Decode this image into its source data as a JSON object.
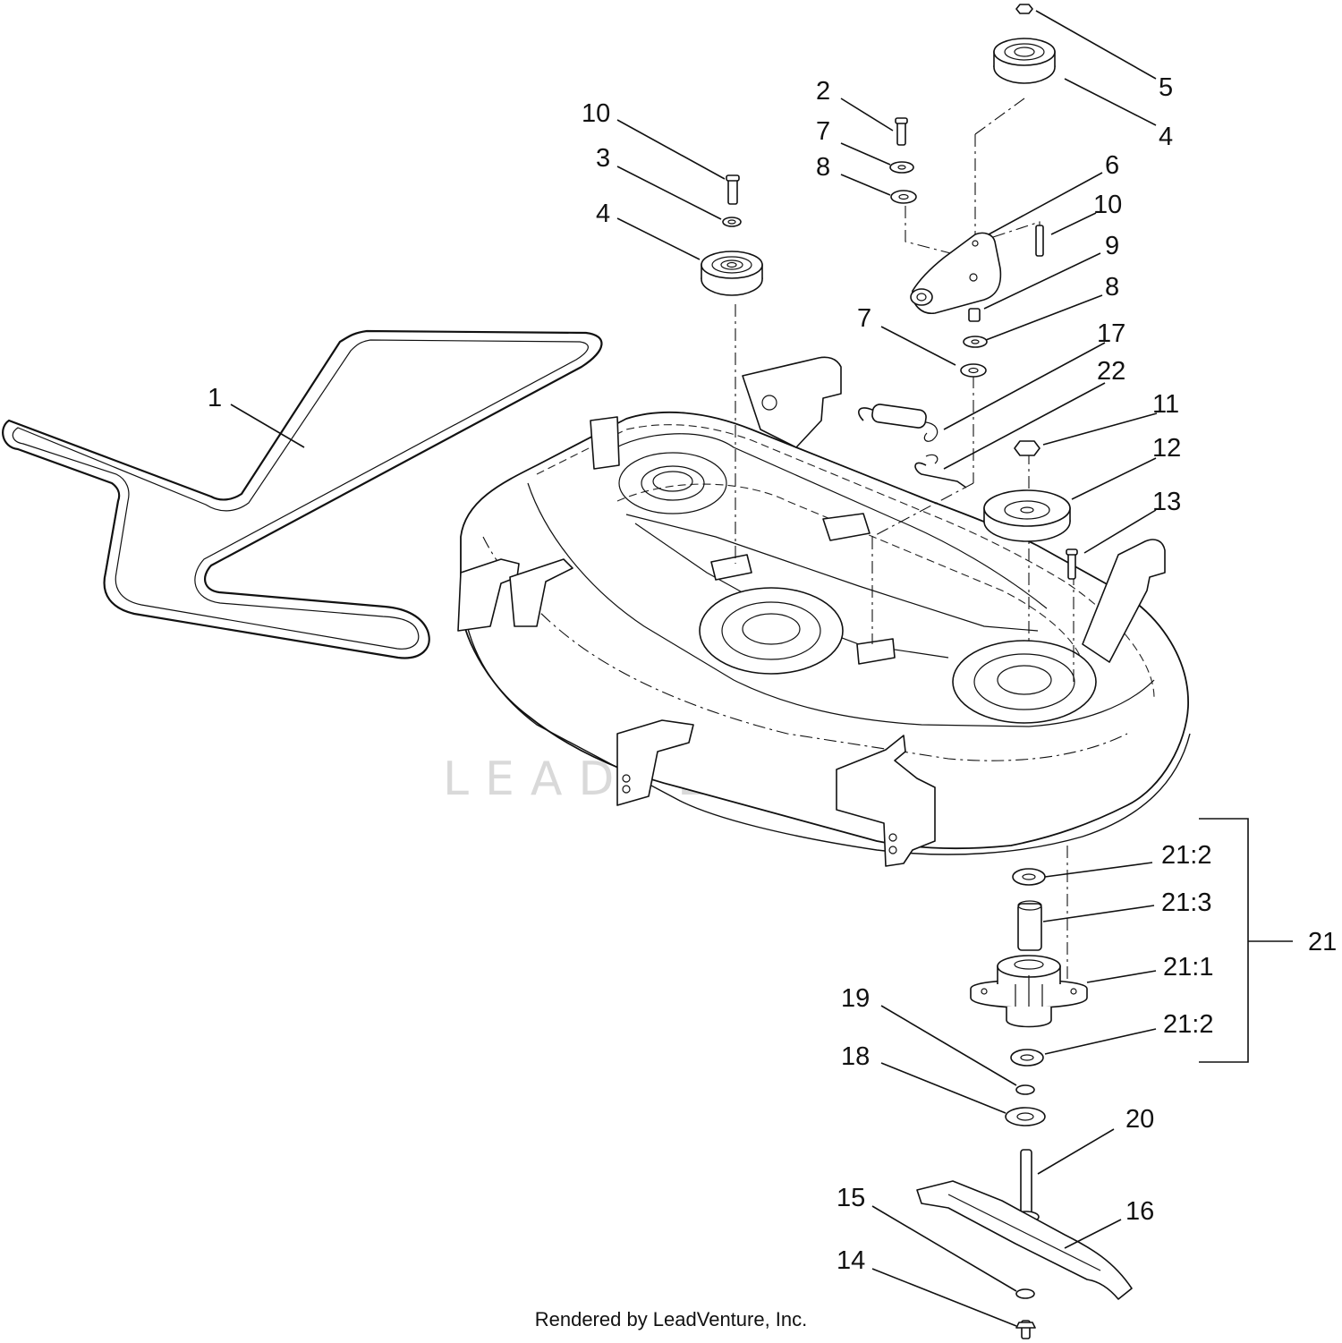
{
  "diagram": {
    "callouts": {
      "c1": "1",
      "c2": "2",
      "c3": "3",
      "c4a": "4",
      "c4b": "4",
      "c5": "5",
      "c6": "6",
      "c7a": "7",
      "c7b": "7",
      "c8a": "8",
      "c8b": "8",
      "c9": "9",
      "c10a": "10",
      "c10b": "10",
      "c11": "11",
      "c12": "12",
      "c13": "13",
      "c14": "14",
      "c15": "15",
      "c16": "16",
      "c17": "17",
      "c18": "18",
      "c19": "19",
      "c20": "20",
      "c21": "21",
      "c21_1": "21:1",
      "c21_2a": "21:2",
      "c21_2b": "21:2",
      "c21_3": "21:3",
      "c22": "22"
    },
    "watermark": "LEADVENTURE",
    "credit": "Rendered by LeadVenture, Inc."
  }
}
